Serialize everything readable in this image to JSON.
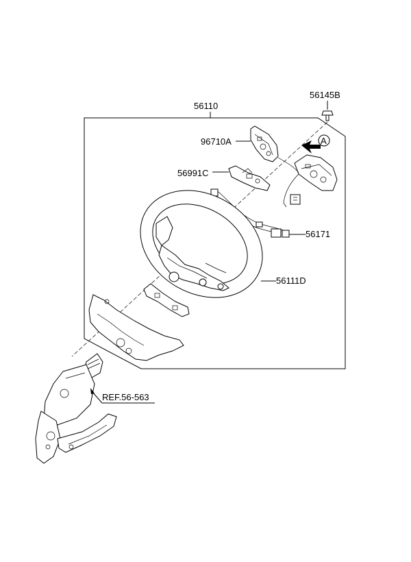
{
  "callouts": {
    "assembly": "56110",
    "bolt": "56145B",
    "switch": "96710A",
    "cover": "56991C",
    "harness": "56171",
    "wheel": "56111D",
    "ref": "REF.56-563",
    "view_marker": "A"
  }
}
